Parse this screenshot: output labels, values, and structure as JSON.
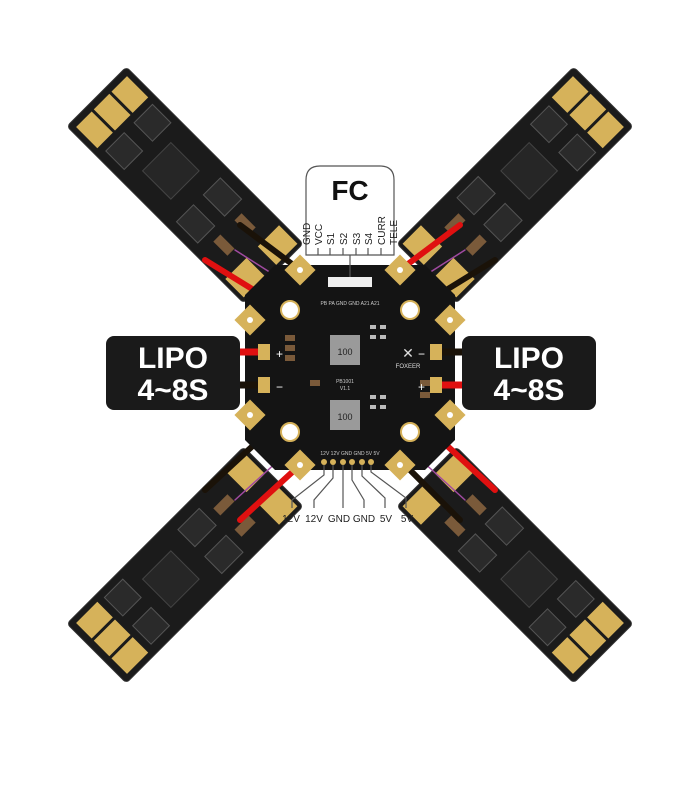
{
  "fc": {
    "title": "FC",
    "pins": [
      "GND",
      "VCC",
      "S1",
      "S2",
      "S3",
      "S4",
      "CURR",
      "TELE"
    ]
  },
  "lipo_left": {
    "line1": "LIPO",
    "line2": "4~8S",
    "plus": "+",
    "minus": "−"
  },
  "lipo_right": {
    "line1": "LIPO",
    "line2": "4~8S",
    "plus": "+",
    "minus": "−"
  },
  "board": {
    "brand": "FOXEER",
    "model": "PB1001",
    "version": "V1.1",
    "inductor_1": "100",
    "inductor_2": "100",
    "top_pad_labels": "PB PA GND GND A21 A21",
    "bottom_pad_labels": "12V 12V GND GND 5V 5V"
  },
  "outputs": {
    "pins": [
      "12V",
      "12V",
      "GND",
      "GND",
      "5V",
      "5V"
    ]
  },
  "colors": {
    "wire_red": "#e01010",
    "wire_black": "#1a1208",
    "pcb": "#141414",
    "gold": "#d6b25a",
    "label_bg": "#1a1a1a"
  }
}
